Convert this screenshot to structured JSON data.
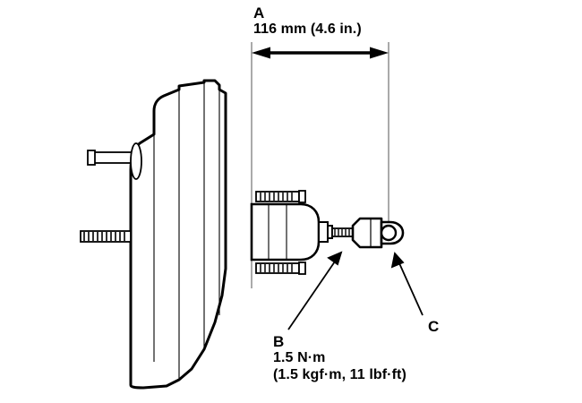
{
  "figure": {
    "type": "technical-line-drawing",
    "subject": "Brake booster pushrod clevis adjustment",
    "background_color": "#ffffff",
    "line_color": "#000000"
  },
  "callouts": {
    "a": {
      "tag": "A",
      "value": "116 mm (4.6 in.)",
      "meaning": "dimension from booster mounting face to clevis pin center"
    },
    "b": {
      "tag": "B",
      "torque_metric": "1.5 N·m",
      "torque_alt": "(1.5 kgf·m, 11 lbf·ft)",
      "meaning": "pushrod lock nut"
    },
    "c": {
      "tag": "C",
      "meaning": "clevis / yoke"
    }
  },
  "dimension_line": {
    "label": "116 mm (4.6 in.)",
    "arrow_style": "double-headed",
    "extension_line_style": "thin-solid"
  },
  "parts": [
    {
      "name": "booster-shell",
      "description": "vacuum booster housing, stepped section view"
    },
    {
      "name": "vacuum-port-pin",
      "description": "upper left cylindrical port"
    },
    {
      "name": "mounting-stud-left",
      "description": "lower left threaded stud"
    },
    {
      "name": "mounting-stud-upper",
      "description": "upper threaded mounting stud"
    },
    {
      "name": "mounting-stud-lower",
      "description": "lower threaded mounting stud"
    },
    {
      "name": "rear-housing",
      "description": "cylindrical rear housing"
    },
    {
      "name": "pushrod",
      "description": "threaded pushrod"
    },
    {
      "name": "lock-nut",
      "description": "pushrod lock nut, callout B"
    },
    {
      "name": "clevis",
      "description": "clevis yoke with pin eye, callout C"
    }
  ]
}
